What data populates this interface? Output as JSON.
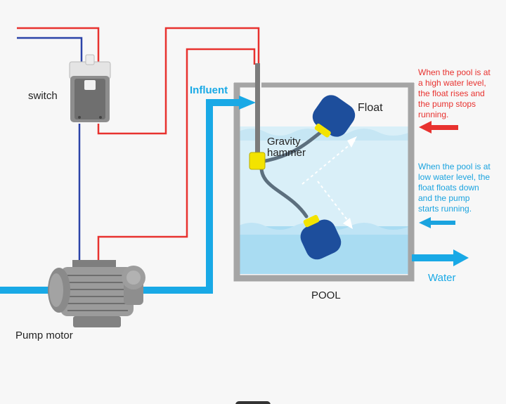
{
  "labels": {
    "switch": "switch",
    "pump_motor": "Pump motor",
    "influent": "Influent",
    "float": "Float",
    "gravity_hammer_line1": "Gravity",
    "gravity_hammer_line2": "hammer",
    "pool": "POOL",
    "water": "Water"
  },
  "notes": {
    "high_level": [
      "When the pool is at",
      "a high water level,",
      "the float rises and",
      "the pump stops",
      "running."
    ],
    "low_level": [
      "When the pool is at",
      "low water level, the",
      "float floats down",
      "and the pump",
      "starts running."
    ]
  },
  "colors": {
    "background": "#f7f7f7",
    "wire_red": "#e8322f",
    "wire_blue": "#2b43a8",
    "water_pipe": "#19a9e6",
    "water_fill": "#cdeaf6",
    "water_fill_deep": "#a7d9f1",
    "tank_wall": "#a9a9a9",
    "float_blue": "#1d4e9c",
    "float_yellow": "#f3e300",
    "high_note": "#e8322f",
    "low_note": "#1aa3df",
    "text_dark": "#222222"
  },
  "icons": [
    "switch-icon",
    "pump-motor-icon",
    "float-icon",
    "gravity-hammer-icon"
  ]
}
